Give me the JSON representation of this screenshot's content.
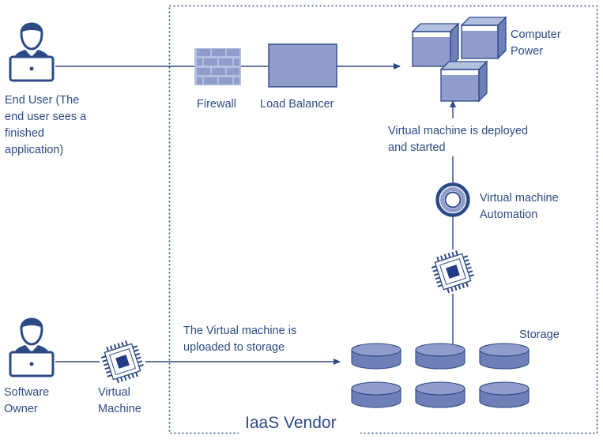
{
  "colors": {
    "ink": "#2b4a86",
    "fill": "#8f9ccc",
    "fill_dark": "#6f7fb8",
    "fill_light": "#b3bfdf",
    "chip": "#253a86",
    "white": "#ffffff"
  },
  "vendor": {
    "label": "IaaS Vendor"
  },
  "end_user": {
    "lines": [
      "End User (The",
      "end user sees a",
      "finished",
      "application)"
    ]
  },
  "software_owner": {
    "lines": [
      "Software",
      "Owner"
    ]
  },
  "firewall": {
    "label": "Firewall"
  },
  "load_balancer": {
    "label": "Load Balancer"
  },
  "compute": {
    "lines": [
      "Computer",
      "Power"
    ]
  },
  "deployed": {
    "lines": [
      "Virtual machine is deployed",
      "and started"
    ]
  },
  "automation": {
    "lines": [
      "Virtual machine",
      "Automation"
    ]
  },
  "virtual_machine": {
    "lines": [
      "Virtual",
      "Machine"
    ]
  },
  "upload": {
    "lines": [
      "The Virtual machine is",
      "uploaded to storage"
    ]
  },
  "storage": {
    "label": "Storage"
  },
  "icons": {
    "user": "user-at-laptop-icon",
    "firewall": "brick-wall-icon",
    "load_balancer": "load-balancer-box-icon",
    "server": "server-cube-icon",
    "automation": "ring-icon",
    "chip": "cpu-chip-icon",
    "disk": "storage-disk-icon"
  }
}
